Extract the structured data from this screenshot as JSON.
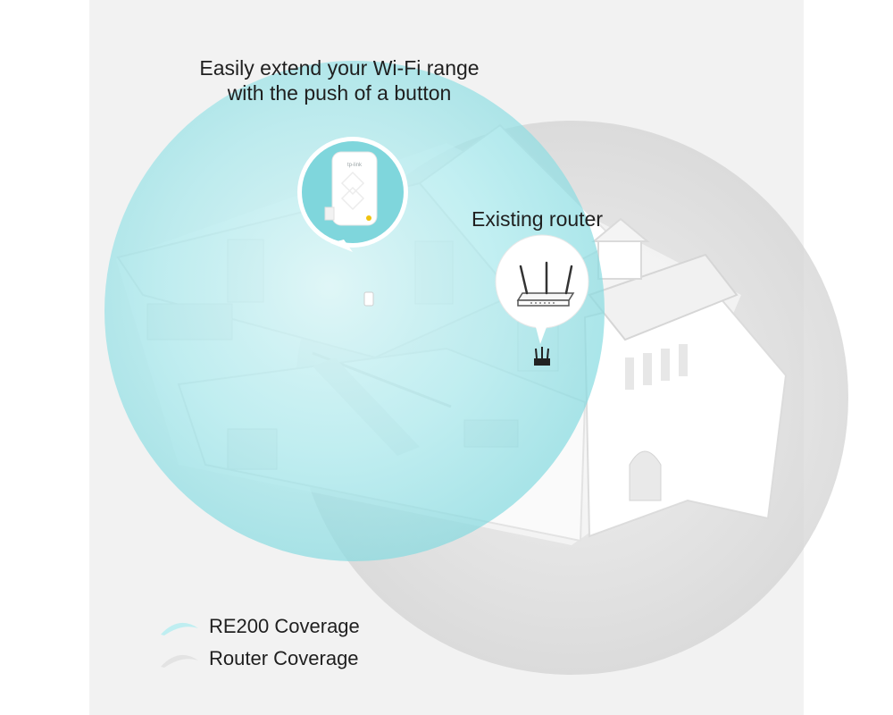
{
  "headline": {
    "line1": "Easily extend your Wi-Fi range",
    "line2": "with the push of a button"
  },
  "extender": {
    "brand_mark": "tp-link",
    "icon": "range-extender-icon"
  },
  "router": {
    "label": "Existing router",
    "icon": "wifi-router-icon"
  },
  "legend": {
    "items": [
      {
        "label": "RE200 Coverage",
        "color": "#bfeef1"
      },
      {
        "label": "Router Coverage",
        "color": "#e3e3e3"
      }
    ]
  },
  "colors": {
    "extender_coverage": "#86dce1",
    "router_coverage": "#c9c9c9",
    "background": "#f2f2f2"
  }
}
